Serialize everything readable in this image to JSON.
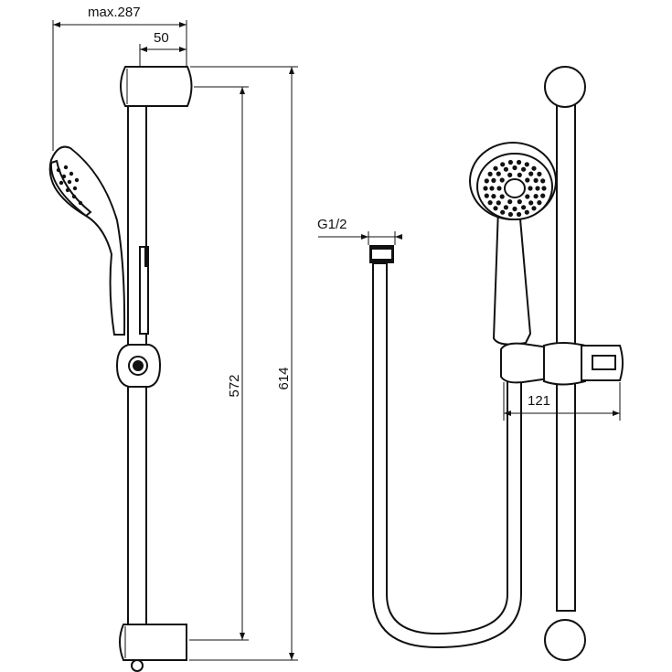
{
  "dimensions": {
    "max_width": "max.287",
    "offset": "50",
    "inner_height": "572",
    "total_height": "614",
    "thread": "G1/2",
    "depth": "121"
  },
  "colors": {
    "line": "#111111",
    "background": "#ffffff"
  }
}
